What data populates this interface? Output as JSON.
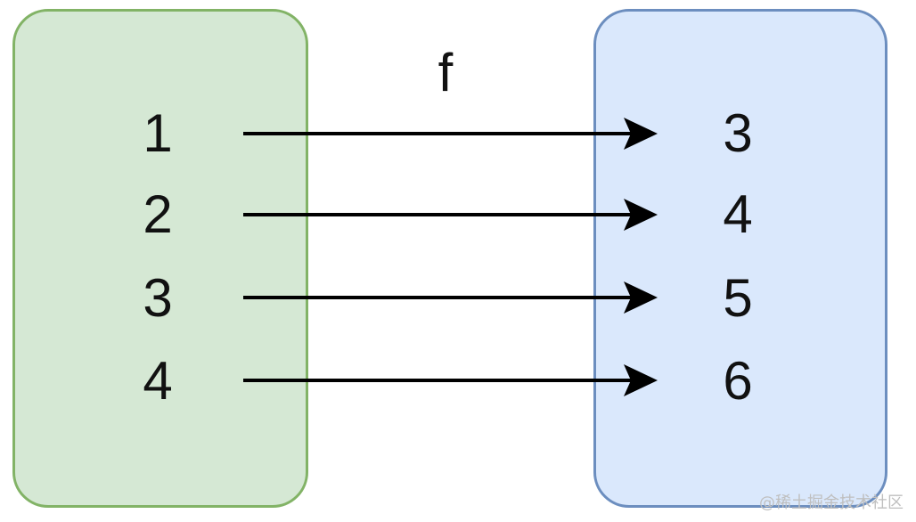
{
  "colors": {
    "domain_fill": "#d5e8d4",
    "domain_border": "#82b366",
    "codomain_fill": "#dae8fc",
    "codomain_border": "#6c8ebf",
    "arrow": "#000000"
  },
  "function_label": "f",
  "domain": [
    "1",
    "2",
    "3",
    "4"
  ],
  "codomain": [
    "3",
    "4",
    "5",
    "6"
  ],
  "mapping": [
    {
      "from": "1",
      "to": "3"
    },
    {
      "from": "2",
      "to": "4"
    },
    {
      "from": "3",
      "to": "5"
    },
    {
      "from": "4",
      "to": "6"
    }
  ],
  "watermark": "@稀土掘金技术社区"
}
